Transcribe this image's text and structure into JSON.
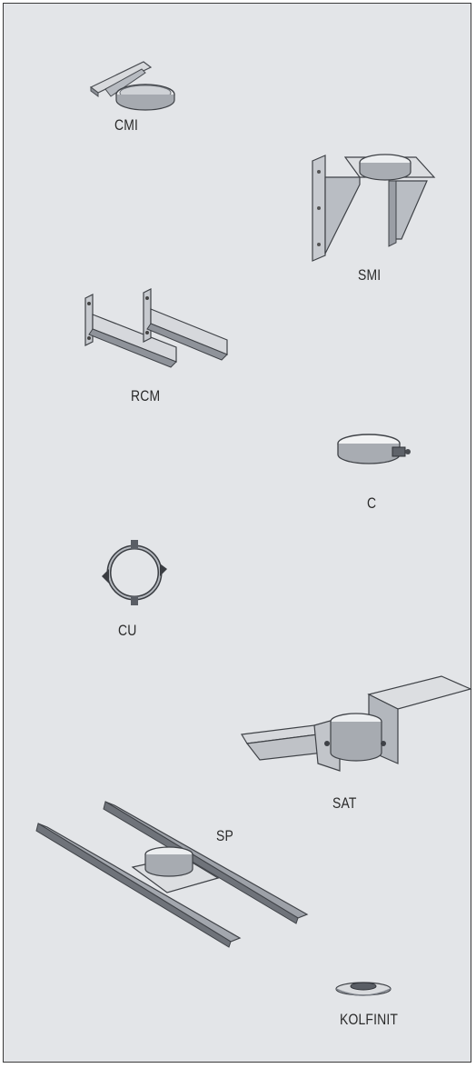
{
  "items": [
    {
      "label": "CMI",
      "icon": "wall-bracket-cmi-icon"
    },
    {
      "label": "SMI",
      "icon": "support-bracket-smi-icon"
    },
    {
      "label": "RCM",
      "icon": "rail-bracket-rcm-icon"
    },
    {
      "label": "C",
      "icon": "collar-c-icon"
    },
    {
      "label": "CU",
      "icon": "clamp-ring-cu-icon"
    },
    {
      "label": "SAT",
      "icon": "ceiling-support-sat-icon"
    },
    {
      "label": "SP",
      "icon": "rail-support-sp-icon"
    },
    {
      "label": "KOLFINIT",
      "icon": "flashing-kolfinit-icon"
    }
  ],
  "colors": {
    "panel": "#e3e5e8",
    "metal": "#c8cbd0",
    "metal_dark": "#7c8088",
    "outline": "#3a3a3a"
  }
}
